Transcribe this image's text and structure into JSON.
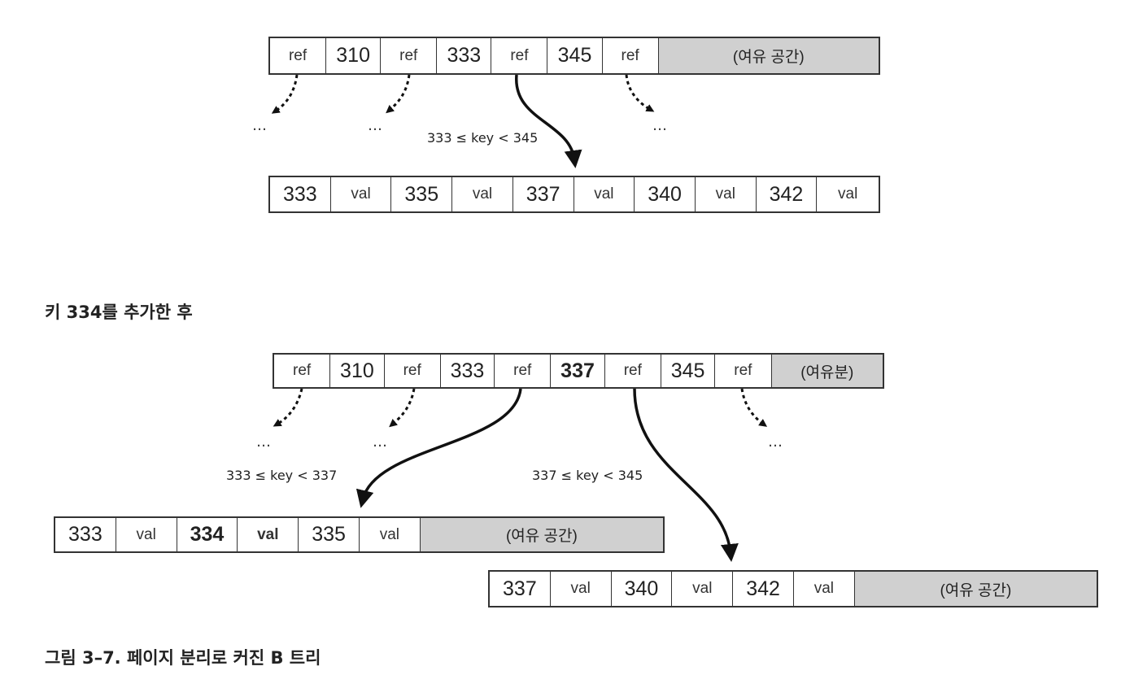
{
  "top_parent": {
    "cells": [
      {
        "text": "ref",
        "kind": "ref"
      },
      {
        "text": "310",
        "kind": "num"
      },
      {
        "text": "ref",
        "kind": "ref"
      },
      {
        "text": "333",
        "kind": "num"
      },
      {
        "text": "ref",
        "kind": "ref"
      },
      {
        "text": "345",
        "kind": "num"
      },
      {
        "text": "ref",
        "kind": "ref"
      },
      {
        "text": "(여유 공간)",
        "kind": "free"
      }
    ]
  },
  "top_child": {
    "cells": [
      {
        "text": "333",
        "kind": "num"
      },
      {
        "text": "val",
        "kind": "ref"
      },
      {
        "text": "335",
        "kind": "num"
      },
      {
        "text": "val",
        "kind": "ref"
      },
      {
        "text": "337",
        "kind": "num"
      },
      {
        "text": "val",
        "kind": "ref"
      },
      {
        "text": "340",
        "kind": "num"
      },
      {
        "text": "val",
        "kind": "ref"
      },
      {
        "text": "342",
        "kind": "num"
      },
      {
        "text": "val",
        "kind": "ref"
      }
    ]
  },
  "labels": {
    "top_range": "333 ≤ key < 345",
    "section_heading": "키 334를 추가한 후",
    "left_range": "333 ≤ key < 337",
    "right_range": "337 ≤ key < 345",
    "caption": "그림 3–7. 페이지 분리로 커진 B 트리",
    "ellipsis": "…"
  },
  "bottom_parent": {
    "cells": [
      {
        "text": "ref",
        "kind": "ref"
      },
      {
        "text": "310",
        "kind": "num"
      },
      {
        "text": "ref",
        "kind": "ref"
      },
      {
        "text": "333",
        "kind": "num"
      },
      {
        "text": "ref",
        "kind": "ref"
      },
      {
        "text": "337",
        "kind": "num",
        "bold": true
      },
      {
        "text": "ref",
        "kind": "ref"
      },
      {
        "text": "345",
        "kind": "num"
      },
      {
        "text": "ref",
        "kind": "ref"
      },
      {
        "text": "(여유분)",
        "kind": "free"
      }
    ]
  },
  "bottom_left_child": {
    "cells": [
      {
        "text": "333",
        "kind": "num"
      },
      {
        "text": "val",
        "kind": "ref"
      },
      {
        "text": "334",
        "kind": "num",
        "bold": true
      },
      {
        "text": "val",
        "kind": "ref",
        "bold": true
      },
      {
        "text": "335",
        "kind": "num"
      },
      {
        "text": "val",
        "kind": "ref"
      },
      {
        "text": "(여유 공간)",
        "kind": "free"
      }
    ]
  },
  "bottom_right_child": {
    "cells": [
      {
        "text": "337",
        "kind": "num"
      },
      {
        "text": "val",
        "kind": "ref"
      },
      {
        "text": "340",
        "kind": "num"
      },
      {
        "text": "val",
        "kind": "ref"
      },
      {
        "text": "342",
        "kind": "num"
      },
      {
        "text": "val",
        "kind": "ref"
      },
      {
        "text": "(여유 공간)",
        "kind": "free"
      }
    ]
  }
}
